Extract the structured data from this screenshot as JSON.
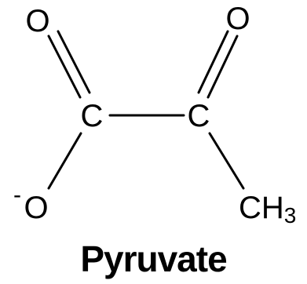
{
  "molecule": {
    "name": "Pyruvate",
    "atoms": {
      "oxygen_top_left": "O",
      "oxygen_top_right": "O",
      "carbon_left": "C",
      "carbon_right": "C",
      "oxygen_charge": "-",
      "oxygen_bottom": "O",
      "methyl_main": "CH",
      "methyl_sub": "3"
    }
  }
}
